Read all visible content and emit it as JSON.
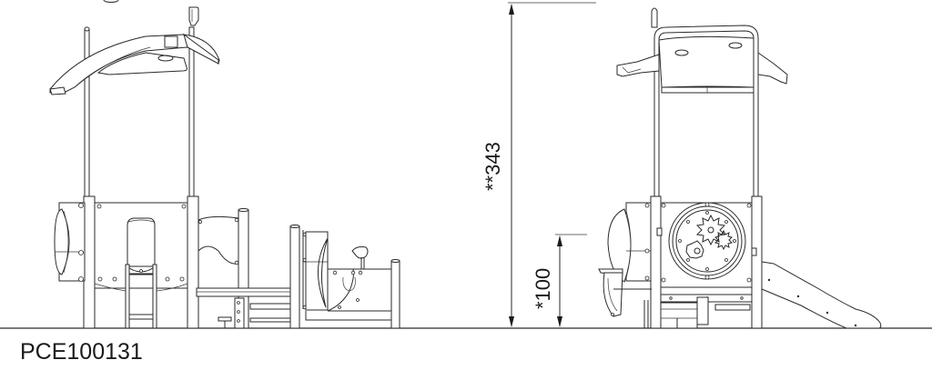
{
  "drawing": {
    "product_code": "PCE100131",
    "dimensions": {
      "total_height_label": "**343",
      "deck_height_label": "*100"
    },
    "views": [
      {
        "name": "side-elevation",
        "components": [
          "roof-canopy",
          "steering-periscope",
          "porthole-bubble-panel",
          "climber-ladder",
          "wavy-rail-panel",
          "step-deck",
          "boat-wheel-panel",
          "horn-handle"
        ]
      },
      {
        "name": "front-elevation",
        "components": [
          "roof-canopy",
          "gear-spinner-panel",
          "bubble-panel",
          "slide",
          "under-deck-panel"
        ]
      }
    ],
    "colors": {
      "line": "#2a2a2a",
      "background": "#ffffff"
    }
  }
}
